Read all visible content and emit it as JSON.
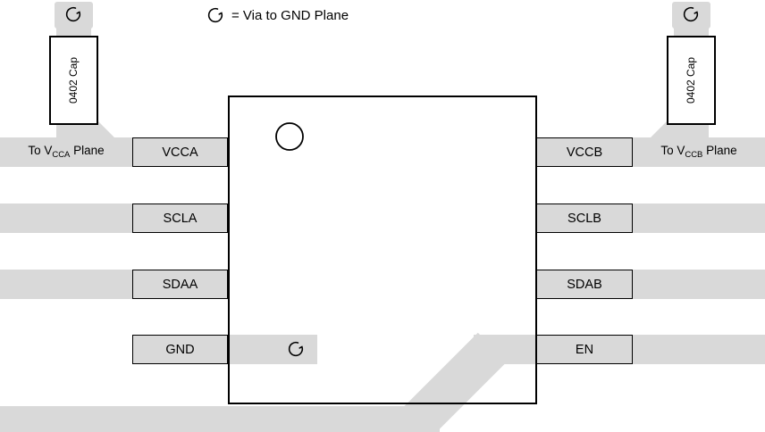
{
  "colors": {
    "background": "#ffffff",
    "trace": "#d9d9d9",
    "outline": "#000000",
    "text": "#000000"
  },
  "legend": {
    "text": "= Via to GND Plane"
  },
  "pins": {
    "left": [
      "VCCA",
      "SCLA",
      "SDAA",
      "GND"
    ],
    "right": [
      "VCCB",
      "SCLB",
      "SDAB",
      "EN"
    ]
  },
  "caps": {
    "left_label": "0402 Cap",
    "right_label": "0402 Cap"
  },
  "planes": {
    "left": {
      "pre": "To V",
      "sub": "CCA",
      "post": " Plane"
    },
    "right": {
      "pre": "To V",
      "sub": "CCB",
      "post": " Plane"
    }
  },
  "icons": {
    "via": "via-to-gnd-plane"
  }
}
